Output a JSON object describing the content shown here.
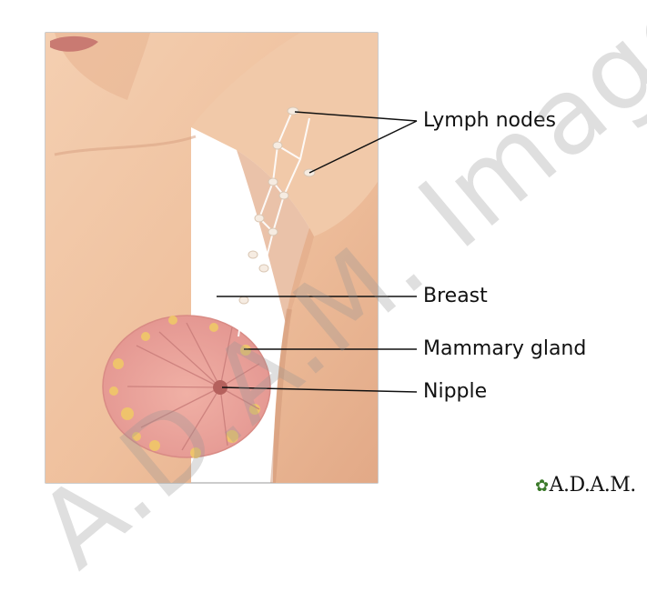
{
  "labels": {
    "lymph_nodes": "Lymph nodes",
    "breast": "Breast",
    "mammary_gland": "Mammary gland",
    "nipple": "Nipple"
  },
  "watermark": "A.D.A.M. Images",
  "brand": {
    "logo": "A.D.A.M.",
    "icon": "leaf-icon",
    "icon_color": "#3b7a2a"
  },
  "colors": {
    "skin": "#f0c6a6",
    "gland": "#e89aa0",
    "fat": "#f0c868",
    "frame": "#888888"
  }
}
